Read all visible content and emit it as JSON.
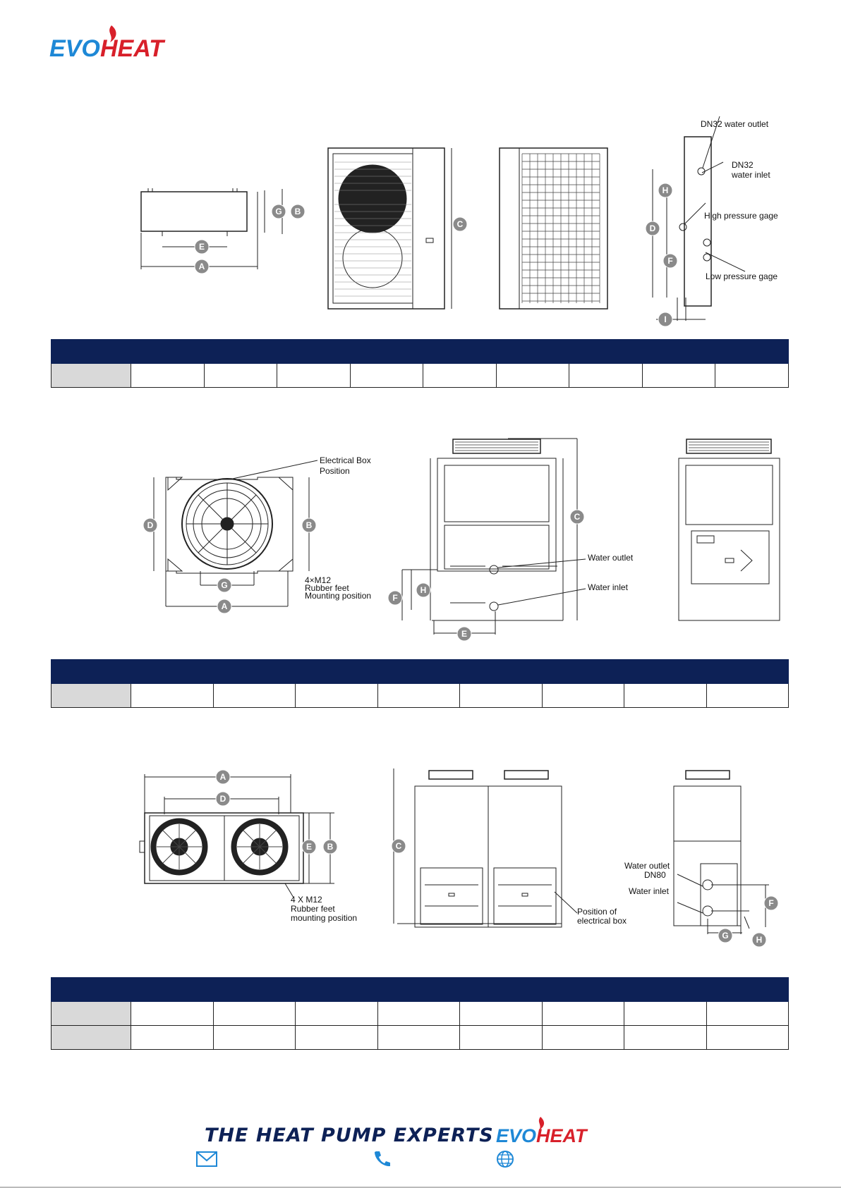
{
  "brand": {
    "name": "EVOHEAT",
    "part1": "EVO",
    "part2": "HEAT",
    "color_blue": "#1e88d6",
    "color_red": "#d8202a"
  },
  "colors": {
    "table_header": "#0d2156",
    "table_first_col": "#d9d9d9",
    "marker": "#8a8a8a"
  },
  "diagram1": {
    "markers": [
      "A",
      "B",
      "C",
      "D",
      "E",
      "F",
      "G",
      "H",
      "I"
    ],
    "labels": {
      "water_outlet": "DN32 water outlet",
      "water_inlet_1": "DN32",
      "water_inlet_2": "water inlet",
      "high_pressure": "High pressure gage",
      "low_pressure": "Low pressure gage"
    }
  },
  "diagram2": {
    "markers": [
      "A",
      "B",
      "C",
      "D",
      "E",
      "F",
      "G",
      "H"
    ],
    "labels": {
      "elec_box_1": "Electrical Box",
      "elec_box_2": "Position",
      "feet_1": "4×M12",
      "feet_2": "Rubber feet",
      "feet_3": "Mounting position",
      "water_outlet": "Water outlet",
      "water_inlet": "Water inlet"
    }
  },
  "diagram3": {
    "markers": [
      "A",
      "B",
      "C",
      "D",
      "E",
      "F",
      "G",
      "H"
    ],
    "labels": {
      "feet_1": "4 X M12",
      "feet_2": "Rubber feet",
      "feet_3": "mounting position",
      "elec_1": "Position of",
      "elec_2": "electrical box",
      "outlet_1": "Water outlet",
      "outlet_2": "DN80",
      "inlet": "Water inlet"
    }
  },
  "tables": {
    "table1": {
      "columns": 10,
      "rows": 1
    },
    "table2": {
      "columns": 9,
      "rows": 1
    },
    "table3": {
      "columns": 9,
      "rows": 2
    }
  },
  "footer": {
    "title": "THE HEAT PUMP EXPERTS",
    "icons": [
      "envelope-icon",
      "phone-icon",
      "globe-icon"
    ]
  }
}
